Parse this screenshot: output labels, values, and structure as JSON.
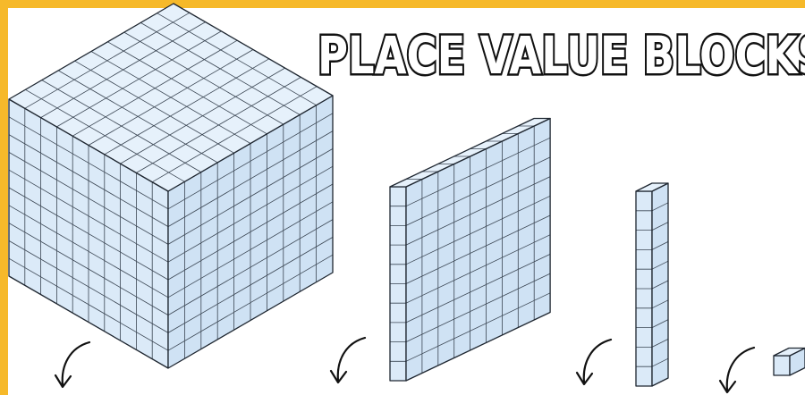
{
  "title": "PLACE VALUE BLOCKS",
  "colors": {
    "border": "#f6b92a",
    "block_fill": "#dbeaf8",
    "block_top": "#e6f1fb",
    "block_side": "#cfe2f4",
    "grid_line": "#3b4653",
    "outline": "#1e2630"
  },
  "blocks": [
    {
      "name": "thousands-cube",
      "kind": "cube",
      "size": 10
    },
    {
      "name": "hundreds-flat",
      "kind": "flat",
      "size": 10
    },
    {
      "name": "tens-rod",
      "kind": "rod",
      "size": 10
    },
    {
      "name": "ones-unit",
      "kind": "unit",
      "size": 1
    }
  ],
  "arrows": [
    "curved-arrow-icon",
    "curved-arrow-icon",
    "curved-arrow-icon",
    "curved-arrow-icon"
  ]
}
